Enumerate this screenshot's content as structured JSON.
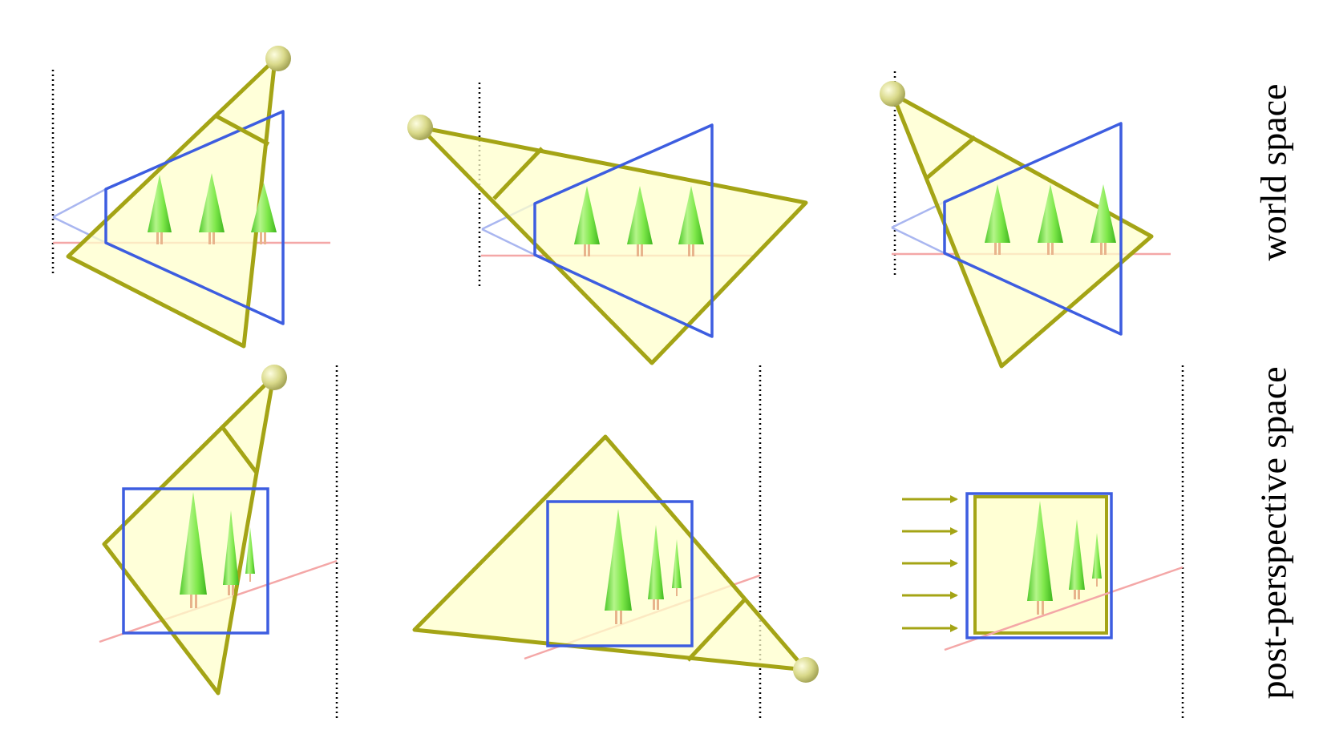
{
  "labels": {
    "world_space": "world space",
    "post_perspective_space": "post-perspective space"
  },
  "colors": {
    "frustum_fill": "#ffffcc",
    "frustum_stroke": "#a4a415",
    "view_stroke": "#3d5de0",
    "ground_line": "#f4a7a7",
    "tree_green": "#7ee84a",
    "tree_trunk": "#e8b48c",
    "light_sphere": "#d9d98a",
    "dotted_line": "#000000"
  },
  "panels": [
    {
      "row": "world space",
      "column": 1
    },
    {
      "row": "world space",
      "column": 2
    },
    {
      "row": "world space",
      "column": 3
    },
    {
      "row": "post-perspective space",
      "column": 1
    },
    {
      "row": "post-perspective space",
      "column": 2
    },
    {
      "row": "post-perspective space",
      "column": 3
    }
  ]
}
